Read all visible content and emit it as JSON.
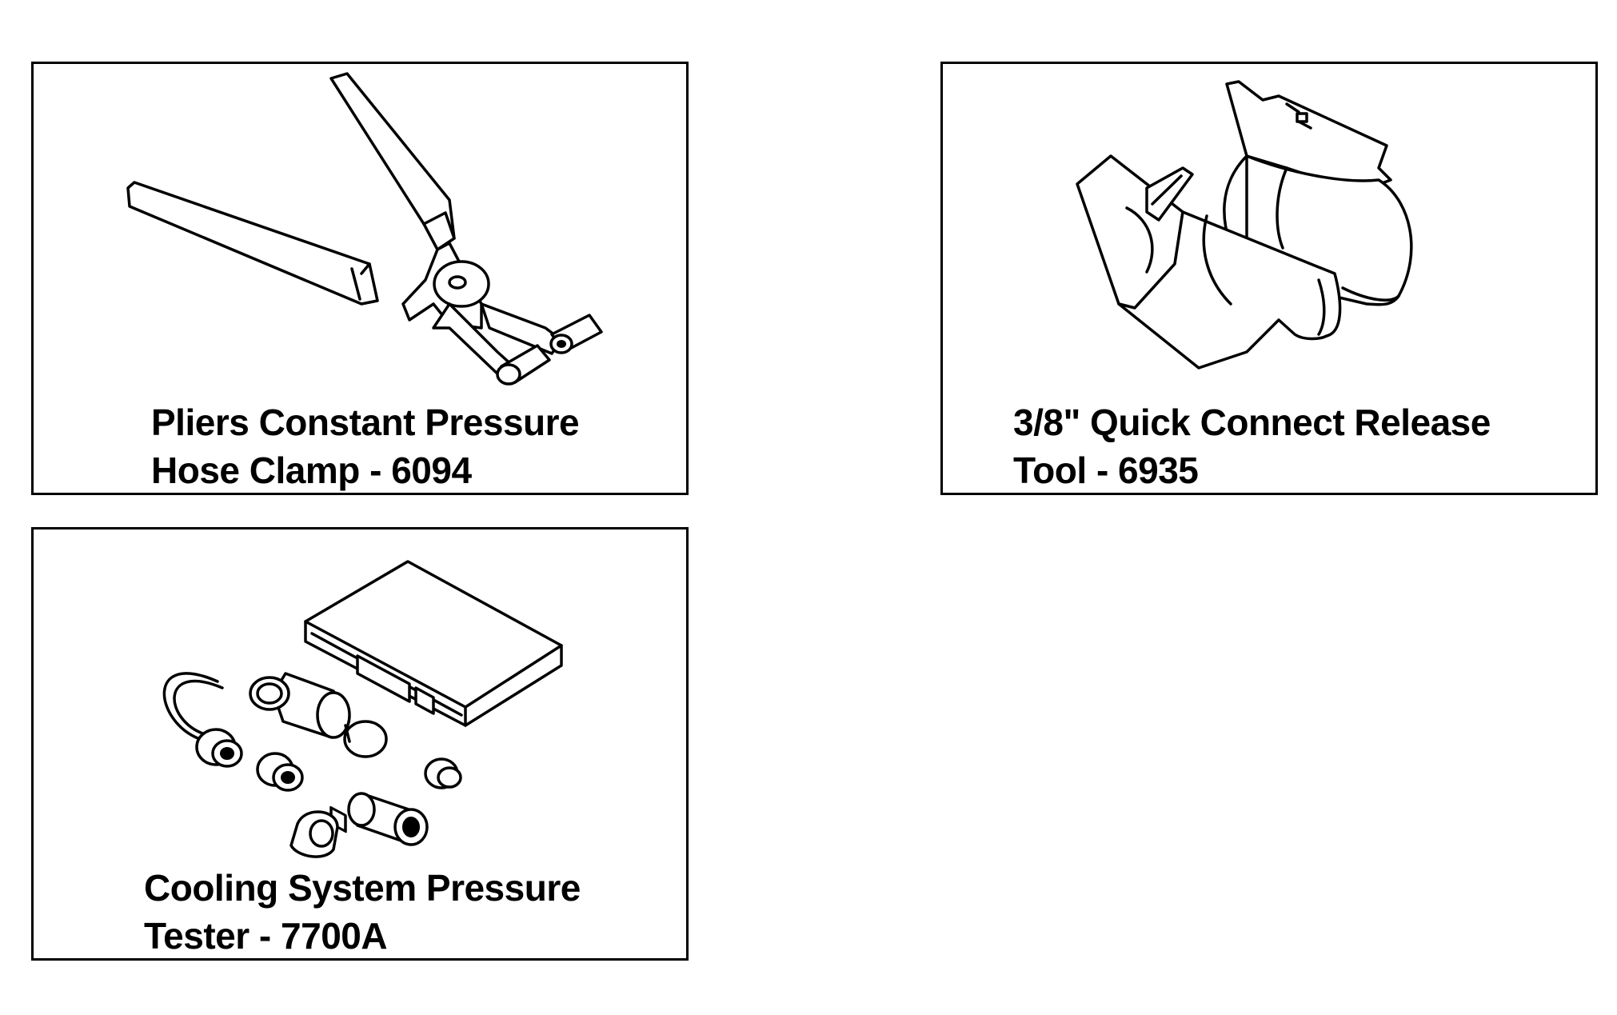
{
  "panels": [
    {
      "id": "pliers",
      "icon": "hose-clamp-pliers-icon",
      "caption_line1": "Pliers Constant Pressure",
      "caption_line2": "Hose Clamp - 6094"
    },
    {
      "id": "release",
      "icon": "quick-connect-release-tool-icon",
      "caption_line1": "3/8\" Quick Connect Release",
      "caption_line2": "Tool - 6935"
    },
    {
      "id": "tester",
      "icon": "cooling-system-pressure-tester-icon",
      "caption_line1": "Cooling System Pressure",
      "caption_line2": "Tester - 7700A"
    }
  ]
}
